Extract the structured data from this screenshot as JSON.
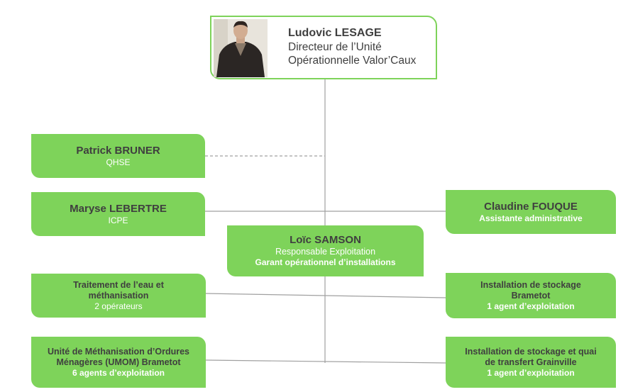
{
  "colors": {
    "box_fill": "#7ed35a",
    "text_dark": "#3f3f3f",
    "text_light": "#ffffff",
    "connector": "#a0a0a0"
  },
  "director": {
    "name": "Ludovic LESAGE",
    "title_line1": "Directeur de l’Unité",
    "title_line2": "Opérationnelle Valor’Caux"
  },
  "nodes": {
    "patrick": {
      "name": "Patrick BRUNER",
      "role": "QHSE"
    },
    "maryse": {
      "name": "Maryse LEBERTRE",
      "role": "ICPE"
    },
    "claudine": {
      "name": "Claudine FOUQUE",
      "role": "Assistante administrative"
    },
    "loic": {
      "name": "Loïc SAMSON",
      "role1": "Responsable Exploitation",
      "role2": "Garant opérationnel d’installations"
    },
    "traitement": {
      "line1": "Traitement de l’eau et",
      "line2": "méthanisation",
      "detail": "2 opérateurs"
    },
    "umom": {
      "line1": "Unité de Méthanisation d’Ordures",
      "line2": "Ménagères (UMOM) Brametot",
      "detail": "6 agents d’exploitation"
    },
    "brametot": {
      "line1": "Installation de stockage",
      "line2": "Brametot",
      "detail": "1 agent d’exploitation"
    },
    "grainville": {
      "line1": "Installation de stockage et quai",
      "line2": "de transfert Grainville",
      "detail": "1 agent d’exploitation"
    }
  }
}
